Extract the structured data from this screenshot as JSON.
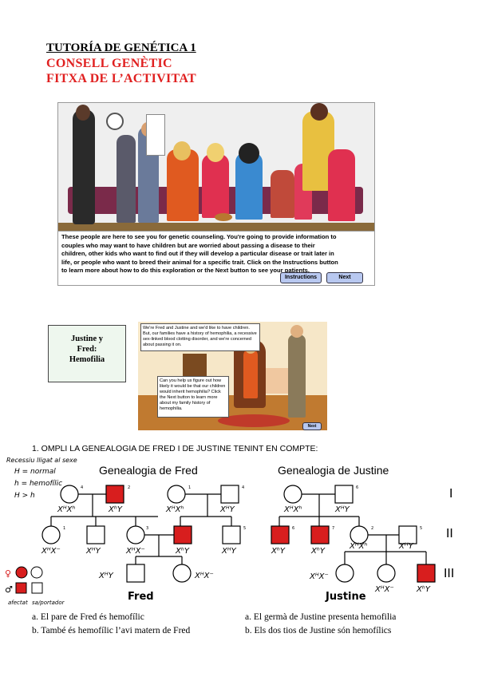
{
  "header": {
    "title": "TUTORÍA DE GENÉTICA 1",
    "subtitle1": "CONSELL GENÈTIC",
    "subtitle2": "FITXA DE L’ACTIVITAT"
  },
  "scene1": {
    "caption_line1": "These people are here to see you for genetic counseling.  You're going to provide information to",
    "caption_line2": "couples who may want to have children but are worried about passing a disease to their",
    "caption_line3": "children, other kids who want to find out if they will develop a particular disease or trait later in",
    "caption_line4": "life, or people who want to breed their animal for a specific trait.  Click on the Instructions button",
    "caption_line5": "to learn more about how to do this exploration or the Next button to see your patients.",
    "instructions_label": "Instructions",
    "next_label": "Next"
  },
  "case_card": {
    "line1": "Justine y",
    "line2": "Fred:",
    "line3": "Hemofilia"
  },
  "scene2": {
    "bubble1_l1": "We're Fred and Justine and we'd like to have children.",
    "bubble1_l2": "But, our families have a history of hemophilia, a recessive",
    "bubble1_l3": "sex-linked blood clotting disorder, and we're concerned",
    "bubble1_l4": "about passing it on.",
    "bubble2_l1": "Can you help us figure out how",
    "bubble2_l2": "likely it would be that our children",
    "bubble2_l3": "would inherit hemophilia?  Click",
    "bubble2_l4": "the Next button to learn more",
    "bubble2_l5": "about my family history of",
    "bubble2_l6": "hemophilia.",
    "next_label": "Next"
  },
  "question": "1.   OMPLI LA GENEALOGIA DE FRED I DE JUSTINE TENINT EN COMPTE:",
  "notes": {
    "line1": "Recessiu lligat al sexe",
    "line2": "H = normal",
    "line3": "h = hemofílic",
    "line4": "H > h",
    "legend_affected": "afectat",
    "legend_healthy": "sa/portador"
  },
  "pedigree_fred": {
    "title": "Genealogia de Fred",
    "label": "Fred",
    "n4": "4",
    "n2": "2",
    "n1": "1",
    "n1b": "1",
    "n3": "3",
    "n5": "5",
    "n4b": "4",
    "g1a": "XᴴXʰ",
    "g1b": "XʰY",
    "g1c": "XᴴXʰ",
    "g1d": "XᴴY",
    "g2a": "XᴴX⁻",
    "g2b": "XᴴY",
    "g2c": "XᴴX⁻",
    "g2d": "XʰY",
    "g2e": "XᴴY",
    "g3a": "XᴴY",
    "g3b": "XᴴX⁻"
  },
  "pedigree_justine": {
    "title": "Genealogia de Justine",
    "label": "Justine",
    "n6": "6",
    "n2": "2",
    "n7": "7",
    "n5": "5",
    "g1a": "XᴴXʰ",
    "g1b": "XᴴY",
    "g2a": "XʰY",
    "g2b": "XʰY",
    "g2c": "XᴴXʰ",
    "g2d": "XᴴY",
    "g3a": "XᴴX⁻",
    "g3b": "XᴴX⁻",
    "g3c": "XʰY"
  },
  "generations": {
    "I": "I",
    "II": "II",
    "III": "III"
  },
  "footer": {
    "a_left": "a.   El pare de Fred és hemofílic",
    "b_left": "b.   També és hemofílic l’avi matern de Fred",
    "a_right": "a.  El germà de Justine presenta hemofilia",
    "b_right": "b.  Els dos tios de Justine són hemofílics"
  },
  "colors": {
    "accent_red": "#e02020",
    "affected": "#d81e1e",
    "button": "#b8c8f0"
  }
}
